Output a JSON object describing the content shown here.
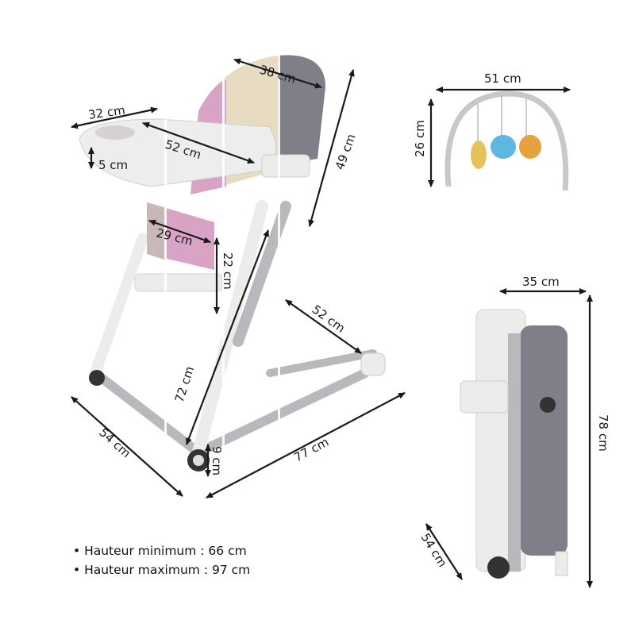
{
  "dimensions": {
    "backrest_width": "38 cm",
    "tray_depth": "32 cm",
    "tray_width": "52 cm",
    "tray_height": "5 cm",
    "backrest_height": "49 cm",
    "seat_depth": "29 cm",
    "footrest_height": "22 cm",
    "base_depth": "52 cm",
    "leg_length": "72 cm",
    "base_width": "54 cm",
    "wheel": "9 cm",
    "base_length": "77 cm",
    "toy_bar_width": "51 cm",
    "toy_bar_height": "26 cm",
    "folded_depth": "35 cm",
    "folded_height": "78 cm",
    "folded_width": "54 cm"
  },
  "notes": [
    "• Hauteur minimum : 66 cm",
    "• Hauteur maximum : 97 cm"
  ],
  "colors": {
    "seat_pink": "#d9a3c6",
    "seat_beige": "#e7dcc1",
    "seat_grey": "#7f7f8a",
    "frame_white": "#f1f1ef",
    "frame_grey": "#b9b9bd",
    "arrow": "#1a1a1a"
  }
}
